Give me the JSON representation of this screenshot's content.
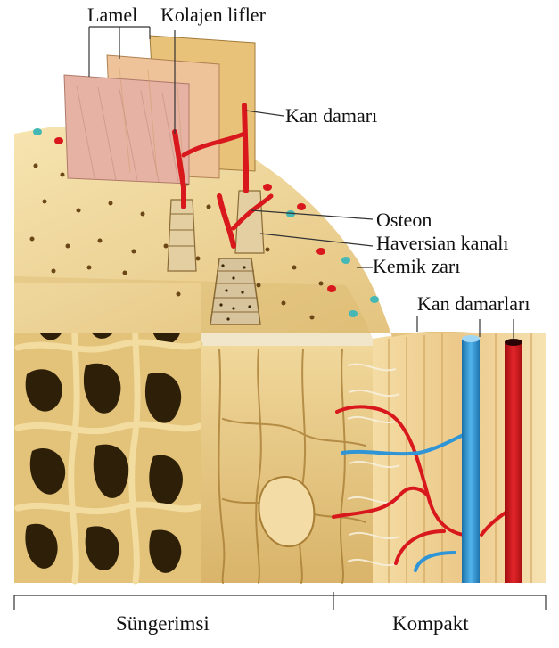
{
  "labels": {
    "lamel": "Lamel",
    "kolajen_lifler": "Kolajen lifler",
    "kan_damari": "Kan damarı",
    "osteon": "Osteon",
    "haversian_kanali": "Haversian kanalı",
    "kemik_zari": "Kemik zarı",
    "kan_damarlari": "Kan damarları",
    "sungerimsi": "Süngerimsi",
    "kompakt": "Kompakt"
  },
  "colors": {
    "bone_light": "#f3dfa6",
    "bone_mid": "#e3c27a",
    "bone_dark": "#b98d3e",
    "pore": "#4a3210",
    "artery": "#d8181c",
    "vein": "#2f95d6",
    "lamella_pink": "#e6b2a3",
    "lamella_peach": "#efc39a",
    "lamella_yellow": "#e9c27a"
  }
}
